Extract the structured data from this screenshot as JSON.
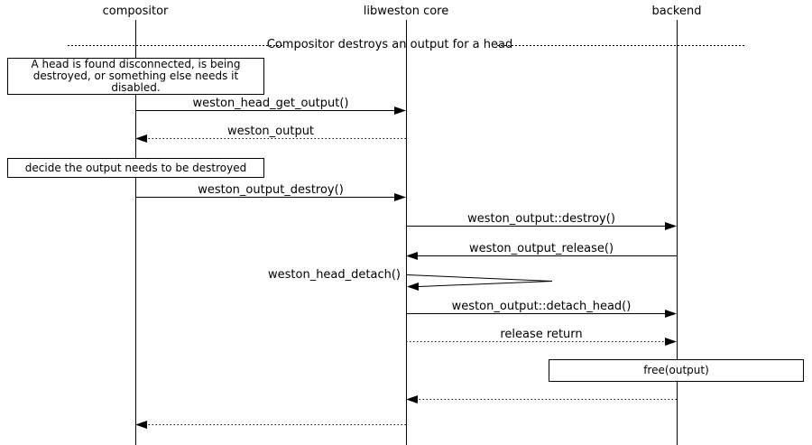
{
  "page": {
    "background_color": "#ffffff",
    "line_color": "#000000",
    "text_color": "#000000"
  },
  "actors": [
    {
      "id": "compositor",
      "label": "compositor"
    },
    {
      "id": "libweston-core",
      "label": "libweston core"
    },
    {
      "id": "backend",
      "label": "backend"
    }
  ],
  "divider": {
    "label": "Compositor destroys an output for a head",
    "style": "dotted"
  },
  "notes": [
    {
      "id": "note-head-disconnected",
      "over": "compositor",
      "lines": [
        "A head is found disconnected, is being",
        "destroyed, or something else needs it",
        "disabled."
      ]
    },
    {
      "id": "note-decide-destroy",
      "over": "compositor",
      "lines": [
        "decide the output needs to be destroyed"
      ]
    },
    {
      "id": "note-free-output",
      "over": "backend",
      "lines": [
        "free(output)"
      ]
    }
  ],
  "messages": [
    {
      "label": "weston_head_get_output()",
      "from": "compositor",
      "to": "libweston core",
      "style": "solid"
    },
    {
      "label": "weston_output",
      "from": "libweston core",
      "to": "compositor",
      "style": "dotted"
    },
    {
      "label": "weston_output_destroy()",
      "from": "compositor",
      "to": "libweston core",
      "style": "solid"
    },
    {
      "label": "weston_output::destroy()",
      "from": "libweston core",
      "to": "backend",
      "style": "solid"
    },
    {
      "label": "weston_output_release()",
      "from": "backend",
      "to": "libweston core",
      "style": "solid"
    },
    {
      "label": "weston_head_detach()",
      "from": "libweston core",
      "to": "libweston core",
      "style": "self"
    },
    {
      "label": "weston_output::detach_head()",
      "from": "libweston core",
      "to": "backend",
      "style": "solid"
    },
    {
      "label": "release return",
      "from": "libweston core",
      "to": "backend",
      "style": "dotted"
    },
    {
      "label": "",
      "from": "backend",
      "to": "libweston core",
      "style": "dotted"
    },
    {
      "label": "",
      "from": "libweston core",
      "to": "compositor",
      "style": "dotted"
    }
  ]
}
